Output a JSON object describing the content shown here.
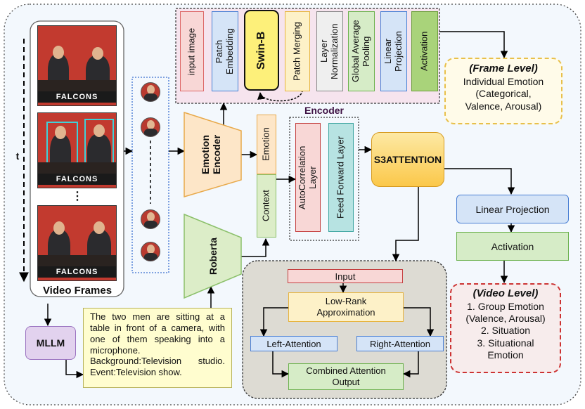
{
  "video_frames": {
    "label": "Video Frames",
    "ellipsis": "⋮",
    "logo_text": "FALCONS"
  },
  "time_axis": {
    "label": "t"
  },
  "encoder_pipeline": {
    "title": "Encoder",
    "steps": [
      "input image",
      "Patch\nEmbedding",
      "Swin-B",
      "Patch Merging",
      "Layer\nNormalization",
      "Global Average\nPooling",
      "Linear\nProjection",
      "Activation"
    ]
  },
  "frame_level": {
    "title": "(Frame Level)",
    "lines": [
      "Individual Emotion",
      "(Categorical,",
      "Valence, Arousal)"
    ]
  },
  "emotion_encoder": {
    "label": "Emotion\nEncoder"
  },
  "roberta": {
    "label": "Roberta"
  },
  "feature_boxes": {
    "emotion": "Emotion",
    "context": "Context"
  },
  "encoder_layers": {
    "autocorrelation": "AutoCorrelation\nLayer",
    "feed_forward": "Feed Forward Layer"
  },
  "s3attention": {
    "label": "S3ATTENTION"
  },
  "head": {
    "linear_projection": "Linear Projection",
    "activation": "Activation"
  },
  "video_level": {
    "title": "(Video Level)",
    "lines": [
      "1. Group Emotion",
      "(Valence, Arousal)",
      "2. Situation",
      "3. Situational",
      "Emotion"
    ]
  },
  "attention_detail": {
    "input": "Input",
    "low_rank": "Low-Rank\nApproximation",
    "left": "Left-Attention",
    "right": "Right-Attention",
    "combined": "Combined Attention\nOutput"
  },
  "mllm": {
    "label": "MLLM"
  },
  "caption": {
    "text": "The two men are sitting at a table in front of a camera, with one of them speaking into a microphone. Background:Television studio. Event:Television show."
  },
  "colors": {
    "red_box": "#f8d7d6",
    "blue_box": "#d5e4f7",
    "yellow_box": "#fdf1c8",
    "swin_fill": "#fdf07a",
    "gray_box": "#efefef",
    "green_box": "#d6ecc7",
    "dark_green": "#a9d37a",
    "teal_box": "#b7e3e2",
    "orange_trap": "#fde6c8",
    "green_trap": "#dcedc8",
    "s3_fill": "#fbc84a",
    "caption_fill": "#fffdcf",
    "mllm_fill": "#e2d2ee",
    "encoder_bg": "#f6e4ee",
    "attention_bg": "#dddbd3"
  }
}
